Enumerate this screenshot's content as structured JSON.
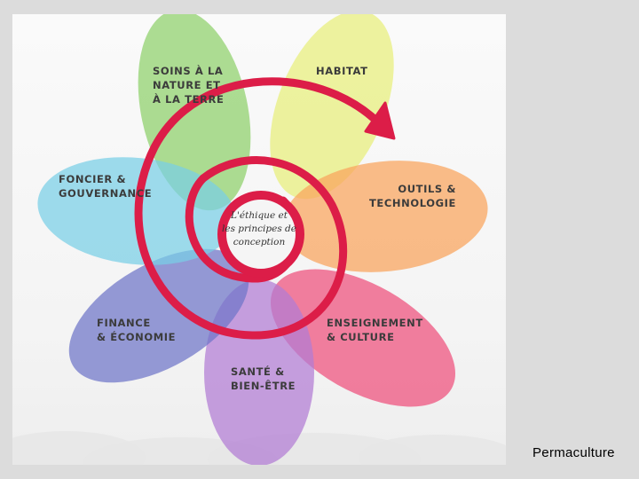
{
  "diagram": {
    "petals": [
      {
        "id": "nature",
        "lines": [
          "SOINS À LA",
          "NATURE ET",
          "À LA TERRE"
        ],
        "color": "#8ed06a"
      },
      {
        "id": "habitat",
        "lines": [
          "HABITAT"
        ],
        "color": "#e8ee7a"
      },
      {
        "id": "outils",
        "lines": [
          "OUTILS &",
          "TECHNOLOGIE"
        ],
        "color": "#f9a45c"
      },
      {
        "id": "enseignement",
        "lines": [
          "ENSEIGNEMENT",
          "& CULTURE"
        ],
        "color": "#ef4f7c"
      },
      {
        "id": "sante",
        "lines": [
          "SANTÉ &",
          "BIEN-ÊTRE"
        ],
        "color": "#b27bd4"
      },
      {
        "id": "finance",
        "lines": [
          "FINANCE",
          "& ÉCONOMIE"
        ],
        "color": "#6d75c8"
      },
      {
        "id": "foncier",
        "lines": [
          "FONCIER &",
          "GOUVERNANCE"
        ],
        "color": "#78cfe6"
      }
    ],
    "center": {
      "lines": [
        "L'éthique et",
        "les principes de",
        "conception"
      ]
    },
    "spiral_color": "#dc1d48"
  },
  "footer": {
    "caption": "Permaculture"
  }
}
